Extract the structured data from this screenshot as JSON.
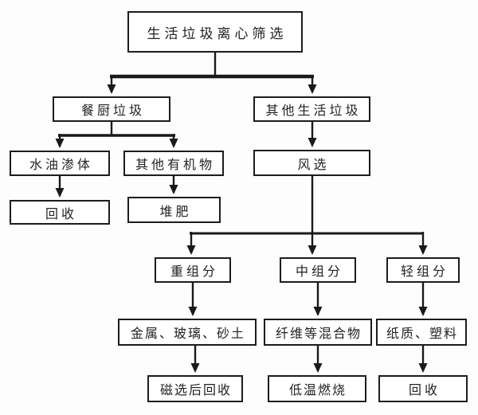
{
  "diagram": {
    "type": "flowchart",
    "background_color": "#fdfdfd",
    "line_color": "#1a1a1a",
    "box_border_color": "#1c1c1c",
    "box_fill_color": "#ffffff",
    "text_color": "#222222",
    "nodes": {
      "root": {
        "label": "生活垃圾离心筛选"
      },
      "kitchen_waste": {
        "label": "餐厨垃圾"
      },
      "other_household_waste": {
        "label": "其他生活垃圾"
      },
      "water_oil_percolate": {
        "label": "水油渗体"
      },
      "other_organics": {
        "label": "其他有机物"
      },
      "air_classification": {
        "label": "风选"
      },
      "recycle_left": {
        "label": "回收"
      },
      "compost": {
        "label": "堆肥"
      },
      "heavy_fraction": {
        "label": "重组分"
      },
      "middle_fraction": {
        "label": "中组分"
      },
      "light_fraction": {
        "label": "轻组分"
      },
      "metal_glass_sand": {
        "label": "金属、玻璃、砂土"
      },
      "fiber_mixture": {
        "label": "纤维等混合物"
      },
      "paper_plastic": {
        "label": "纸质、塑料"
      },
      "magnetic_recycle": {
        "label": "磁选后回收"
      },
      "low_temp_combustion": {
        "label": "低温燃烧"
      },
      "recycle_right": {
        "label": "回收"
      }
    },
    "edges": [
      {
        "from": "root",
        "to": "kitchen_waste"
      },
      {
        "from": "root",
        "to": "other_household_waste"
      },
      {
        "from": "kitchen_waste",
        "to": "water_oil_percolate"
      },
      {
        "from": "kitchen_waste",
        "to": "other_organics"
      },
      {
        "from": "water_oil_percolate",
        "to": "recycle_left"
      },
      {
        "from": "other_organics",
        "to": "compost"
      },
      {
        "from": "other_household_waste",
        "to": "air_classification"
      },
      {
        "from": "air_classification",
        "to": "heavy_fraction"
      },
      {
        "from": "air_classification",
        "to": "middle_fraction"
      },
      {
        "from": "air_classification",
        "to": "light_fraction"
      },
      {
        "from": "heavy_fraction",
        "to": "metal_glass_sand"
      },
      {
        "from": "middle_fraction",
        "to": "fiber_mixture"
      },
      {
        "from": "light_fraction",
        "to": "paper_plastic"
      },
      {
        "from": "metal_glass_sand",
        "to": "magnetic_recycle"
      },
      {
        "from": "fiber_mixture",
        "to": "low_temp_combustion"
      },
      {
        "from": "paper_plastic",
        "to": "recycle_right"
      }
    ]
  }
}
